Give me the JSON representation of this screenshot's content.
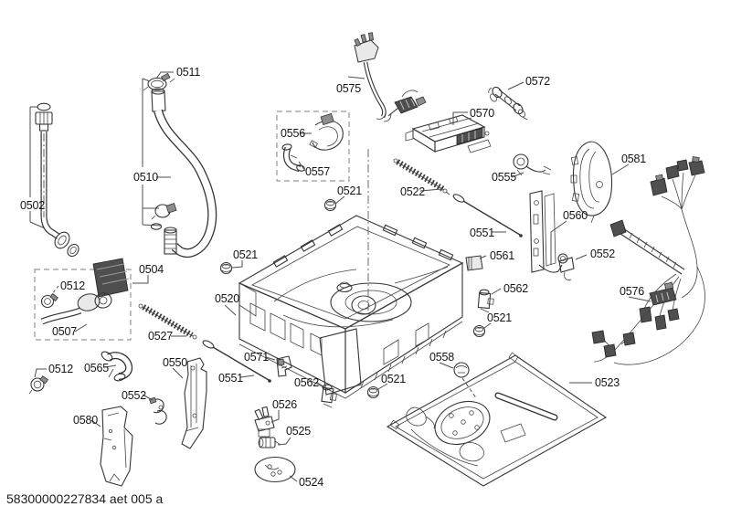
{
  "meta": {
    "doc_number": "58300000227834 aet 005 a"
  },
  "colors": {
    "line": "#353535",
    "label": "#151515",
    "background": "#ffffff",
    "dark_part": "#4f4f4f"
  },
  "diagram": {
    "kind": "exploded-parts-diagram",
    "labels": [
      {
        "part": "0511"
      },
      {
        "part": "0502"
      },
      {
        "part": "0510"
      },
      {
        "part": "0504"
      },
      {
        "part": "0512"
      },
      {
        "part": "0507"
      },
      {
        "part": "0512"
      },
      {
        "part": "0565"
      },
      {
        "part": "0552"
      },
      {
        "part": "0580"
      },
      {
        "part": "0550"
      },
      {
        "part": "0527"
      },
      {
        "part": "0520"
      },
      {
        "part": "0521"
      },
      {
        "part": "0521"
      },
      {
        "part": "0521"
      },
      {
        "part": "0521"
      },
      {
        "part": "0571"
      },
      {
        "part": "0551"
      },
      {
        "part": "0562"
      },
      {
        "part": "0526"
      },
      {
        "part": "0525"
      },
      {
        "part": "0524"
      },
      {
        "part": "0556"
      },
      {
        "part": "0557"
      },
      {
        "part": "0575"
      },
      {
        "part": "0570"
      },
      {
        "part": "0572"
      },
      {
        "part": "0555"
      },
      {
        "part": "0522"
      },
      {
        "part": "0551"
      },
      {
        "part": "0560"
      },
      {
        "part": "0561"
      },
      {
        "part": "0562"
      },
      {
        "part": "0552"
      },
      {
        "part": "0581"
      },
      {
        "part": "0576"
      },
      {
        "part": "0523"
      },
      {
        "part": "0558"
      }
    ]
  }
}
